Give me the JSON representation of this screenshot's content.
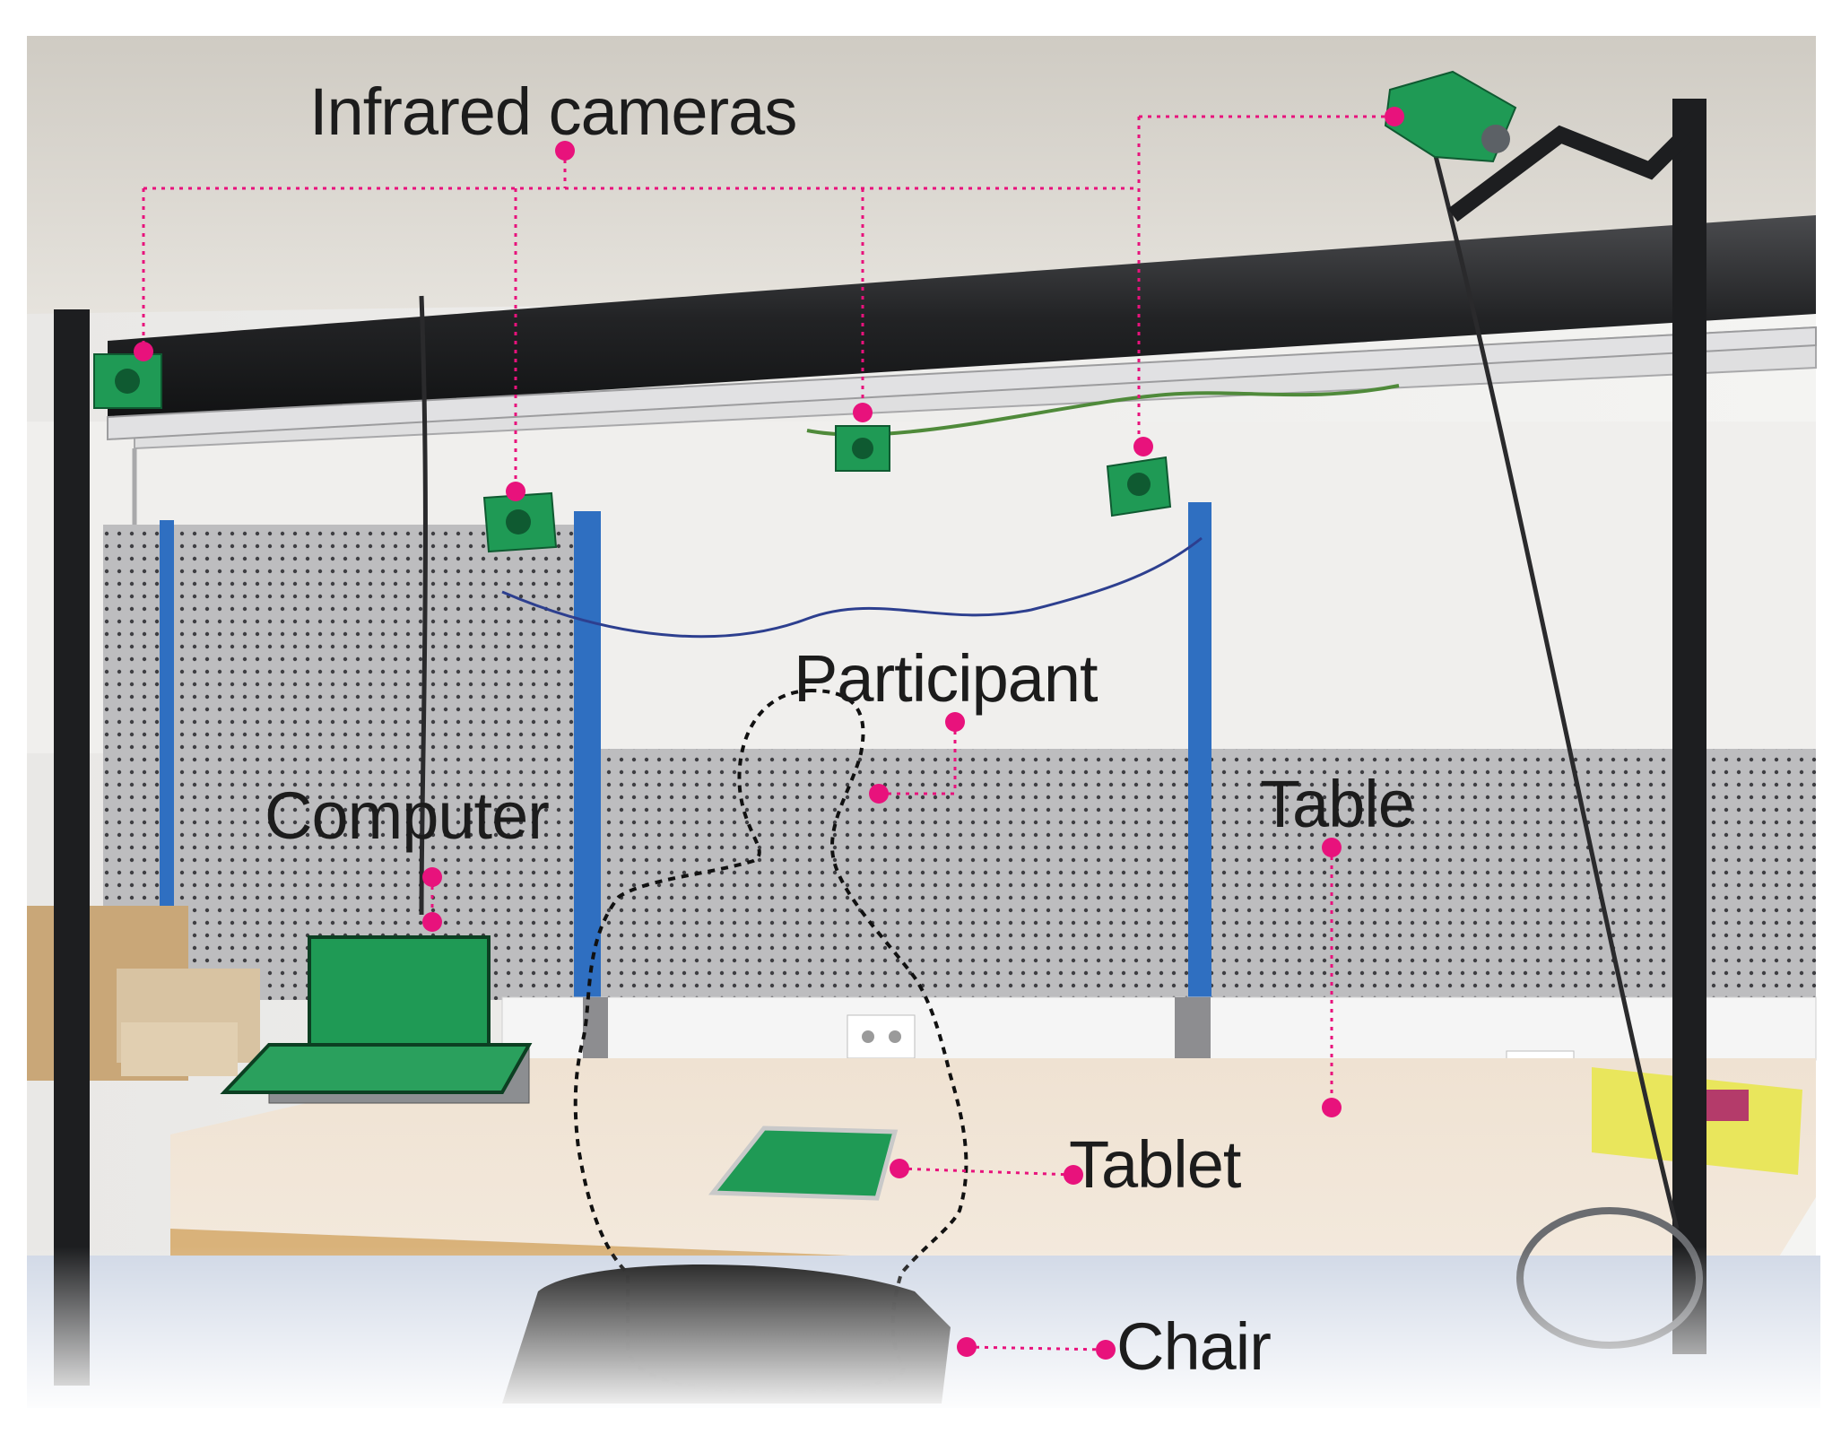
{
  "labels": {
    "infrared_cameras": "Infrared cameras",
    "participant": "Participant",
    "computer": "Computer",
    "table": "Table",
    "tablet": "Tablet",
    "chair": "Chair"
  },
  "colors": {
    "annotation": "#e8127c",
    "highlight_green": "#1f9a55",
    "ceiling": "#d9d6cf",
    "pegboard": "#b9b9bb",
    "rack_blue": "#2f6fc1",
    "table_top": "#f1e4d6",
    "pipe": "#2c2d2f"
  }
}
